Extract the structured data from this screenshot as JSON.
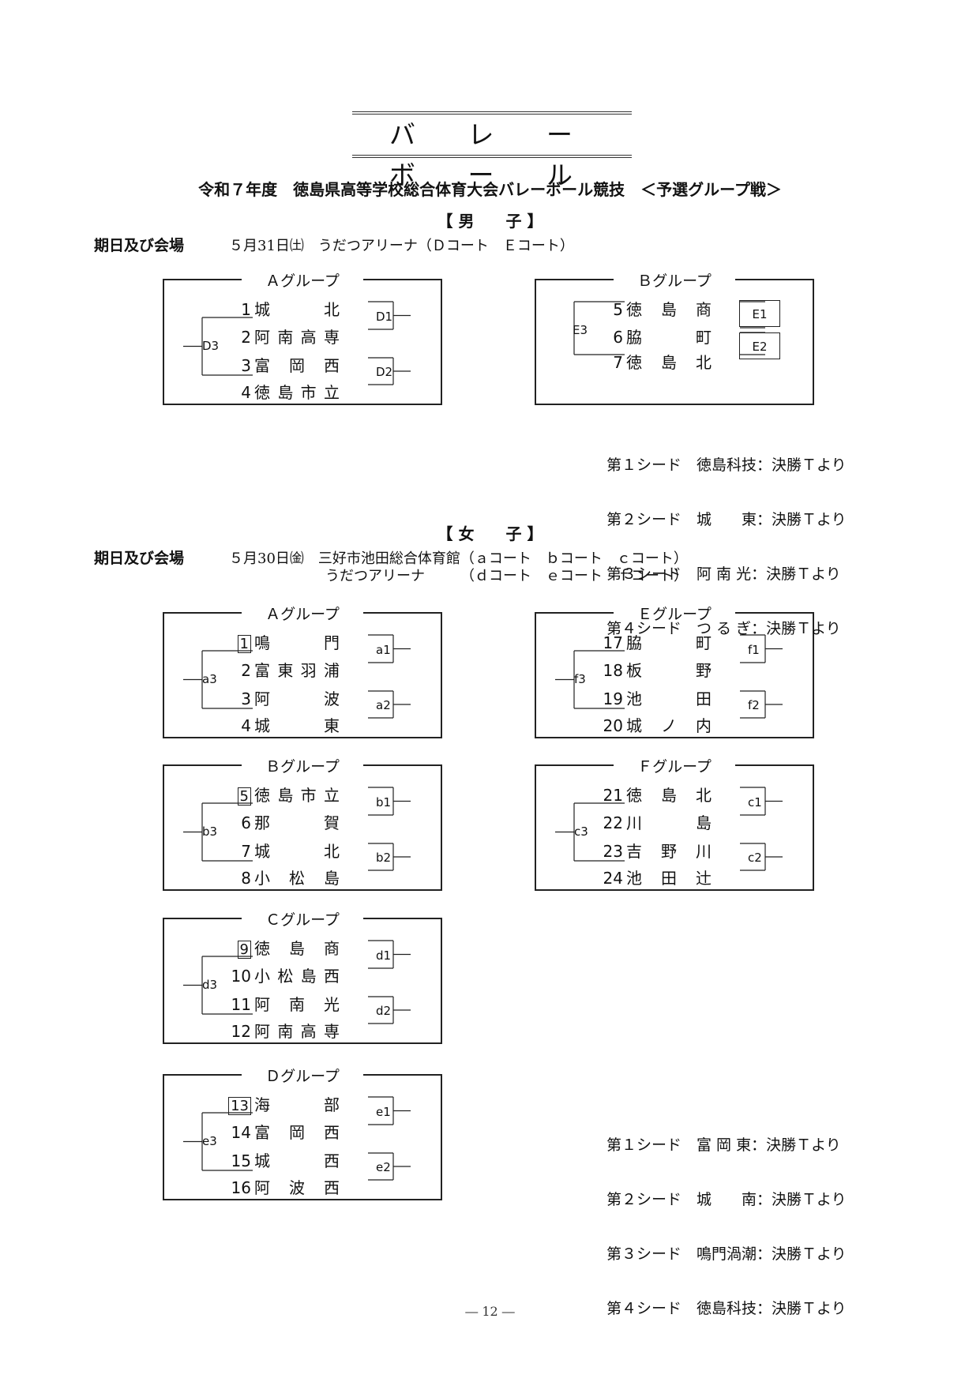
{
  "title": "バ レ ー ボ ー ル",
  "subtitle": "令和７年度　徳島県高等学校総合体育大会バレーボール競技　＜予選グループ戦＞",
  "boys": {
    "heading": "【 男　　子 】",
    "schedule_label": "期日及び会場",
    "schedule_text": "５月31日㈯　うだつアリーナ（Ｄコート　Ｅコート）",
    "groups": [
      {
        "title": "Ａグループ",
        "teams": [
          {
            "num": "1",
            "name": "城北"
          },
          {
            "num": "2",
            "name": "阿南高専"
          },
          {
            "num": "3",
            "name": "富岡西"
          },
          {
            "num": "4",
            "name": "徳島市立"
          }
        ],
        "m1": "D1",
        "m2": "D2",
        "m3": "D3"
      },
      {
        "title": "Ｂグループ",
        "teams": [
          {
            "num": "5",
            "name": "徳島商"
          },
          {
            "num": "6",
            "name": "脇町"
          },
          {
            "num": "7",
            "name": "徳島北"
          }
        ],
        "m1": "E1",
        "m2": "E2",
        "m3": "E3"
      }
    ],
    "seeds": [
      "第１シード　徳島科技：決勝Ｔより",
      "第２シード　城　　東：決勝Ｔより",
      "第３シード　阿 南 光：決勝Ｔより",
      "第４シード　つ る ぎ：決勝Ｔより"
    ]
  },
  "girls": {
    "heading": "【 女　　子 】",
    "schedule_label": "期日及び会場",
    "schedule_line1": "５月30日㈮　三好市池田総合体育館（ａコート　ｂコート　ｃコート）",
    "schedule_line2": "うだつアリーナ　　　（ｄコート　ｅコート　ｆコート）",
    "groups": [
      {
        "title": "Ａグループ",
        "teams": [
          {
            "num": "1",
            "name": "鳴門"
          },
          {
            "num": "2",
            "name": "富東羽浦"
          },
          {
            "num": "3",
            "name": "阿波"
          },
          {
            "num": "4",
            "name": "城東"
          }
        ],
        "m1": "a1",
        "m2": "a2",
        "m3": "a3"
      },
      {
        "title": "Ｂグループ",
        "teams": [
          {
            "num": "5",
            "name": "徳島市立"
          },
          {
            "num": "6",
            "name": "那賀"
          },
          {
            "num": "7",
            "name": "城北"
          },
          {
            "num": "8",
            "name": "小松島"
          }
        ],
        "m1": "b1",
        "m2": "b2",
        "m3": "b3"
      },
      {
        "title": "Ｃグループ",
        "teams": [
          {
            "num": "9",
            "name": "徳島商"
          },
          {
            "num": "10",
            "name": "小松島西"
          },
          {
            "num": "11",
            "name": "阿南光"
          },
          {
            "num": "12",
            "name": "阿南高専"
          }
        ],
        "m1": "d1",
        "m2": "d2",
        "m3": "d3"
      },
      {
        "title": "Ｄグループ",
        "teams": [
          {
            "num": "13",
            "name": "海部"
          },
          {
            "num": "14",
            "name": "富岡西"
          },
          {
            "num": "15",
            "name": "城西"
          },
          {
            "num": "16",
            "name": "阿波西"
          }
        ],
        "m1": "e1",
        "m2": "e2",
        "m3": "e3"
      },
      {
        "title": "Ｅグループ",
        "teams": [
          {
            "num": "17",
            "name": "脇町"
          },
          {
            "num": "18",
            "name": "板野"
          },
          {
            "num": "19",
            "name": "池田"
          },
          {
            "num": "20",
            "name": "城ノ内"
          }
        ],
        "m1": "f1",
        "m2": "f2",
        "m3": "f3"
      },
      {
        "title": "Ｆグループ",
        "teams": [
          {
            "num": "21",
            "name": "徳島北"
          },
          {
            "num": "22",
            "name": "川島"
          },
          {
            "num": "23",
            "name": "吉野川"
          },
          {
            "num": "24",
            "name": "池田辻"
          }
        ],
        "m1": "c1",
        "m2": "c2",
        "m3": "c3"
      }
    ],
    "seeds": [
      "第１シード　富 岡 東：決勝Ｔより",
      "第２シード　城　　南：決勝Ｔより",
      "第３シード　鳴門渦潮：決勝Ｔより",
      "第４シード　徳島科技：決勝Ｔより"
    ]
  },
  "page_number": "― 12 ―"
}
